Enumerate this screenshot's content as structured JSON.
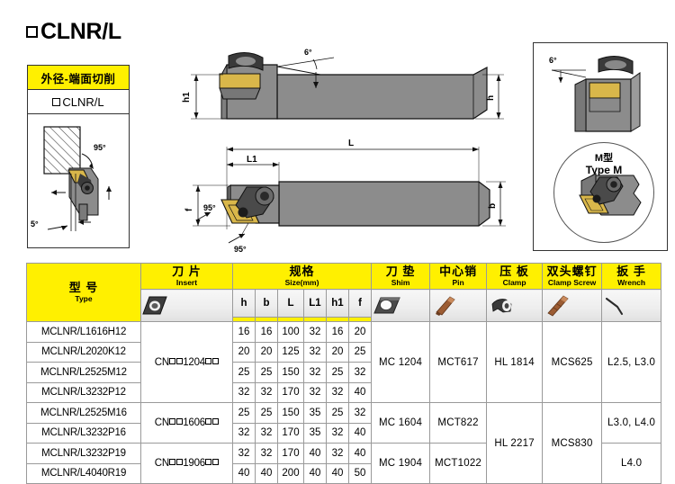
{
  "title": "CLNR/L",
  "left_panel": {
    "heading_cn": "外径-端面切削",
    "code": "CLNR/L",
    "angle_main": "95°",
    "angle_lead": "5°"
  },
  "right_panel": {
    "angle": "6°",
    "type_cn": "M型",
    "type_en": "Type M"
  },
  "drawings": {
    "top": {
      "angle": "6°",
      "h1": "h1",
      "h": "h"
    },
    "main": {
      "L": "L",
      "L1": "L1",
      "f": "f",
      "b": "b",
      "angle1": "95°",
      "angle2": "95°"
    }
  },
  "table": {
    "headers": {
      "type": {
        "cn": "型 号",
        "en": "Type"
      },
      "insert": {
        "cn": "刀 片",
        "en": "Insert"
      },
      "size": {
        "cn": "规格",
        "en": "Size(mm)"
      },
      "shim": {
        "cn": "刀 垫",
        "en": "Shim"
      },
      "pin": {
        "cn": "中心销",
        "en": "Pin"
      },
      "clamp": {
        "cn": "压 板",
        "en": "Clamp"
      },
      "clamp_screw": {
        "cn": "双头螺钉",
        "en": "Clamp Screw"
      },
      "wrench": {
        "cn": "扳 手",
        "en": "Wrench"
      }
    },
    "size_columns": [
      "h",
      "b",
      "L",
      "L1",
      "h1",
      "f"
    ],
    "icons": {
      "insert": "insert-icon",
      "shim": "shim-icon",
      "pin": "pin-icon",
      "clamp": "clamp-icon",
      "clamp_screw": "clamp-screw-icon",
      "wrench": "wrench-icon"
    },
    "rows": [
      {
        "type": "MCLNR/L1616H12",
        "h": "16",
        "b": "16",
        "L": "100",
        "L1": "32",
        "h1": "16",
        "f": "20"
      },
      {
        "type": "MCLNR/L2020K12",
        "h": "20",
        "b": "20",
        "L": "125",
        "L1": "32",
        "h1": "20",
        "f": "25"
      },
      {
        "type": "MCLNR/L2525M12",
        "h": "25",
        "b": "25",
        "L": "150",
        "L1": "32",
        "h1": "25",
        "f": "32"
      },
      {
        "type": "MCLNR/L3232P12",
        "h": "32",
        "b": "32",
        "L": "170",
        "L1": "32",
        "h1": "32",
        "f": "40"
      },
      {
        "type": "MCLNR/L2525M16",
        "h": "25",
        "b": "25",
        "L": "150",
        "L1": "35",
        "h1": "25",
        "f": "32"
      },
      {
        "type": "MCLNR/L3232P16",
        "h": "32",
        "b": "32",
        "L": "170",
        "L1": "35",
        "h1": "32",
        "f": "40"
      },
      {
        "type": "MCLNR/L3232P19",
        "h": "32",
        "b": "32",
        "L": "170",
        "L1": "40",
        "h1": "32",
        "f": "40"
      },
      {
        "type": "MCLNR/L4040R19",
        "h": "40",
        "b": "40",
        "L": "200",
        "L1": "40",
        "h1": "40",
        "f": "50"
      }
    ],
    "insert_groups": [
      {
        "label_pre": "CN",
        "label_mid": "1204",
        "rowspan": 4
      },
      {
        "label_pre": "CN",
        "label_mid": "1606",
        "rowspan": 2
      },
      {
        "label_pre": "CN",
        "label_mid": "1906",
        "rowspan": 2
      }
    ],
    "shim_groups": [
      {
        "value": "MC 1204",
        "rowspan": 4
      },
      {
        "value": "MC 1604",
        "rowspan": 2
      },
      {
        "value": "MC 1904",
        "rowspan": 2
      }
    ],
    "pin_groups": [
      {
        "value": "MCT617",
        "rowspan": 4
      },
      {
        "value": "MCT822",
        "rowspan": 2
      },
      {
        "value": "MCT1022",
        "rowspan": 2
      }
    ],
    "clamp_groups": [
      {
        "value": "HL 1814",
        "rowspan": 4
      },
      {
        "value": "HL 2217",
        "rowspan": 4
      }
    ],
    "clamp_screw_groups": [
      {
        "value": "MCS625",
        "rowspan": 4
      },
      {
        "value": "MCS830",
        "rowspan": 4
      }
    ],
    "wrench_groups": [
      {
        "value": "L2.5,  L3.0",
        "rowspan": 4
      },
      {
        "value": "L3.0,  L4.0",
        "rowspan": 2
      },
      {
        "value": "L4.0",
        "rowspan": 2
      }
    ]
  },
  "colors": {
    "accent_yellow": "#FFF000",
    "tool_body": "#8c8c8c",
    "insert_gold": "#D9B74A",
    "dark_part": "#3a3a3a",
    "copper": "#9c5c33"
  }
}
